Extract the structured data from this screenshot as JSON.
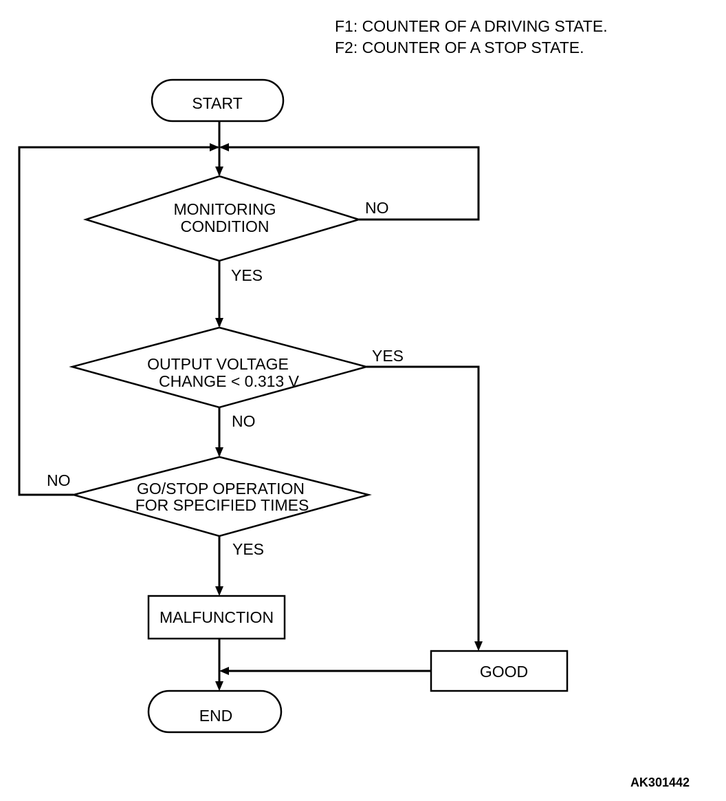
{
  "legend": {
    "f1": "F1: COUNTER OF A DRIVING STATE.",
    "f2": "F2: COUNTER OF A STOP STATE."
  },
  "nodes": {
    "start": "START",
    "monitoring_condition": [
      "MONITORING",
      "CONDITION"
    ],
    "output_voltage": [
      "OUTPUT VOLTAGE",
      "CHANGE < 0.313 V"
    ],
    "go_stop_operation": [
      "GO/STOP OPERATION",
      "FOR SPECIFIED TIMES"
    ],
    "malfunction": "MALFUNCTION",
    "good": "GOOD",
    "end": "END"
  },
  "edge_labels": {
    "monitoring_no": "NO",
    "monitoring_yes": "YES",
    "voltage_yes": "YES",
    "voltage_no": "NO",
    "gostop_no": "NO",
    "gostop_yes": "YES"
  },
  "figure_id": "AK301442"
}
